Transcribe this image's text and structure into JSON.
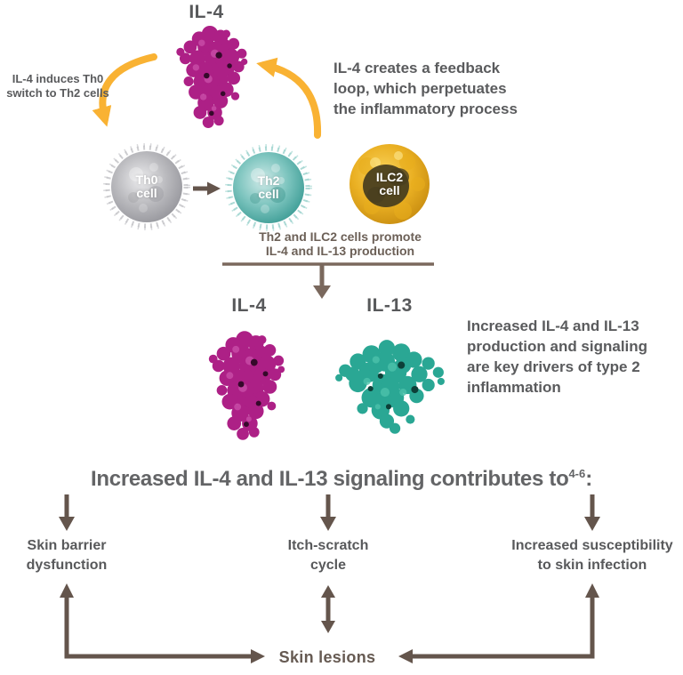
{
  "colors": {
    "background": "#ffffff",
    "il4_magenta": "#ad2086",
    "il13_teal": "#2aa794",
    "feedback_gold": "#f9b233",
    "arrow_brown": "#64554c",
    "bracket_brown": "#7a685d",
    "text_gray": "#58595b",
    "text_warm": "#6c6057"
  },
  "icons": {
    "feedback_left": "curved-yellow-arrow-down",
    "feedback_right": "curved-yellow-arrow-up",
    "cell_arrow": "brown-right-arrow",
    "bracket": "bracket-down-arrow",
    "outcome_arrow": "brown-down-arrow",
    "elbow_left": "elbow-up-right-arrow",
    "double_arrow": "vertical-double-arrow",
    "elbow_right": "elbow-up-left-arrow"
  },
  "top": {
    "il4_label": "IL-4",
    "left_note_lines": [
      "IL-4 induces Th0",
      "switch to Th2 cells"
    ],
    "right_note_lines": [
      "IL-4 creates a feedback",
      "loop, which perpetuates",
      "the inflammatory process"
    ]
  },
  "cells": {
    "th0": {
      "line1": "Th0",
      "line2": "cell"
    },
    "th2": {
      "line1": "Th2",
      "line2": "cell"
    },
    "ilc2": {
      "line1": "ILC2",
      "line2": "cell"
    },
    "caption_lines": [
      "Th2 and ILC2 cells promote",
      "IL-4 and IL-13 production"
    ]
  },
  "mid": {
    "il4_label": "IL-4",
    "il13_label": "IL-13",
    "right_note_lines": [
      "Increased IL-4 and IL-13",
      "production and signaling",
      "are key drivers of type 2",
      "inflammation"
    ]
  },
  "heading": {
    "main": "Increased IL-4 and IL-13 signaling contributes to",
    "superscript": "4-6",
    "colon": ":"
  },
  "outcomes": [
    {
      "lines": [
        "Skin barrier",
        "dysfunction"
      ]
    },
    {
      "lines": [
        "Itch-scratch",
        "cycle"
      ]
    },
    {
      "lines": [
        "Increased susceptibility",
        "to skin infection"
      ]
    }
  ],
  "skin_lesions_label": "Skin lesions"
}
